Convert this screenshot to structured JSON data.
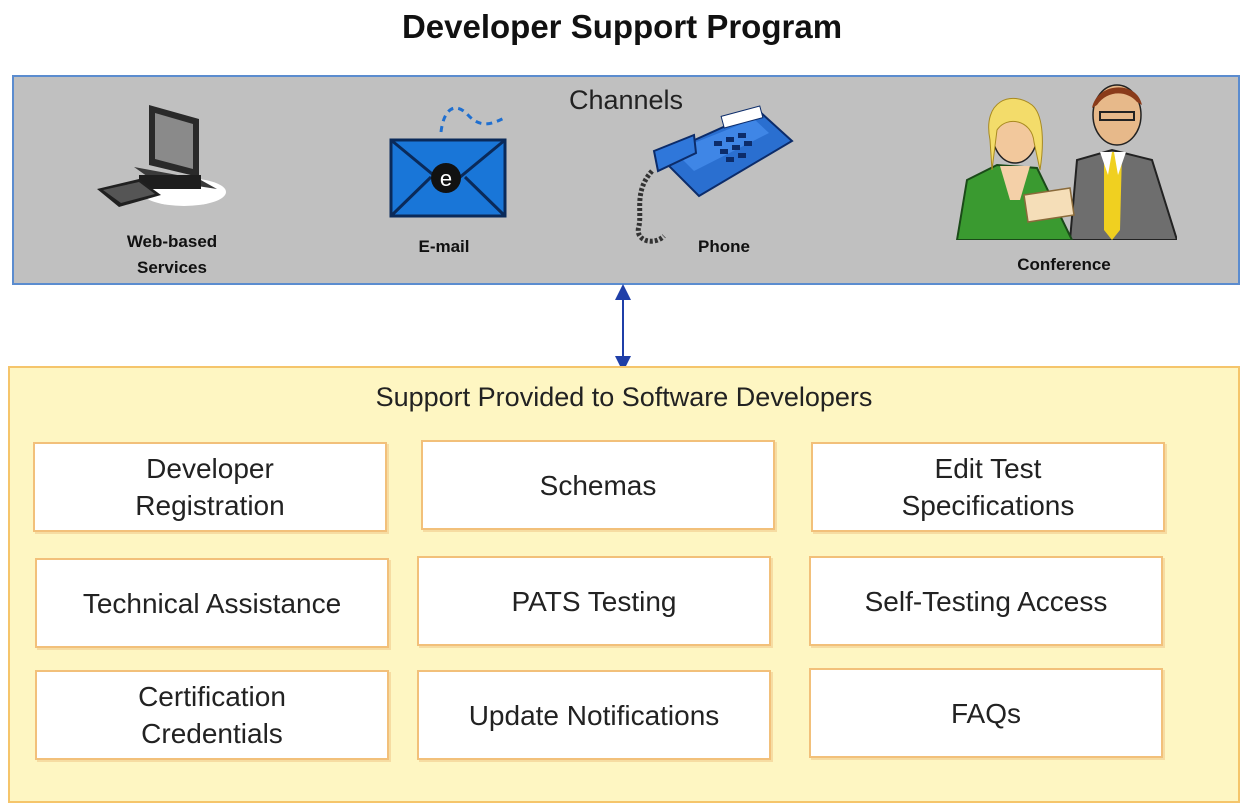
{
  "title": "Developer Support Program",
  "channels": {
    "label": "Channels",
    "items": [
      {
        "id": "web",
        "label": "Web-based\nServices",
        "icon": "computer-icon"
      },
      {
        "id": "email",
        "label": "E-mail",
        "icon": "envelope-icon"
      },
      {
        "id": "phone",
        "label": "Phone",
        "icon": "telephone-icon"
      },
      {
        "id": "conference",
        "label": "Conference",
        "icon": "meeting-people-icon"
      }
    ]
  },
  "support": {
    "label": "Support Provided to Software Developers",
    "items": [
      "Developer\nRegistration",
      "Schemas",
      "Edit Test\nSpecifications",
      "Technical Assistance",
      "PATS Testing",
      "Self-Testing Access",
      "Certification\nCredentials",
      "Update Notifications",
      "FAQs"
    ]
  },
  "colors": {
    "channels_bg": "#c0c0c0",
    "channels_border": "#5b8ccf",
    "support_bg": "#fef6c2",
    "support_border": "#f5c56b",
    "arrow": "#1f3fa8"
  }
}
